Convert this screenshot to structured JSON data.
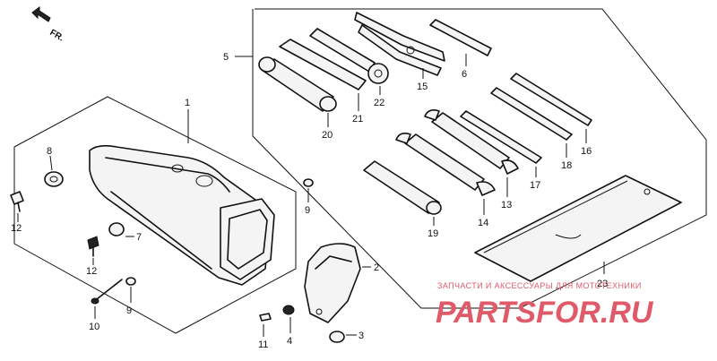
{
  "front_arrow": {
    "label": "FR."
  },
  "labels": {
    "p1": "1",
    "p2": "2",
    "p3": "3",
    "p4": "4",
    "p5": "5",
    "p6": "6",
    "p7": "7",
    "p8": "8",
    "p9a": "9",
    "p9b": "9",
    "p10": "10",
    "p11": "11",
    "p12a": "12",
    "p12b": "12",
    "p13": "13",
    "p14": "14",
    "p15": "15",
    "p16": "16",
    "p17": "17",
    "p18": "18",
    "p19": "19",
    "p20": "20",
    "p21": "21",
    "p22": "22",
    "p23": "23"
  },
  "watermark": {
    "subtitle": "ЗАПЧАСТИ И АКСЕССУАРЫ ДЛЯ МОТОТЕХНИКИ",
    "brand": "PARTSFOR.RU",
    "color": "#e05a6a"
  }
}
